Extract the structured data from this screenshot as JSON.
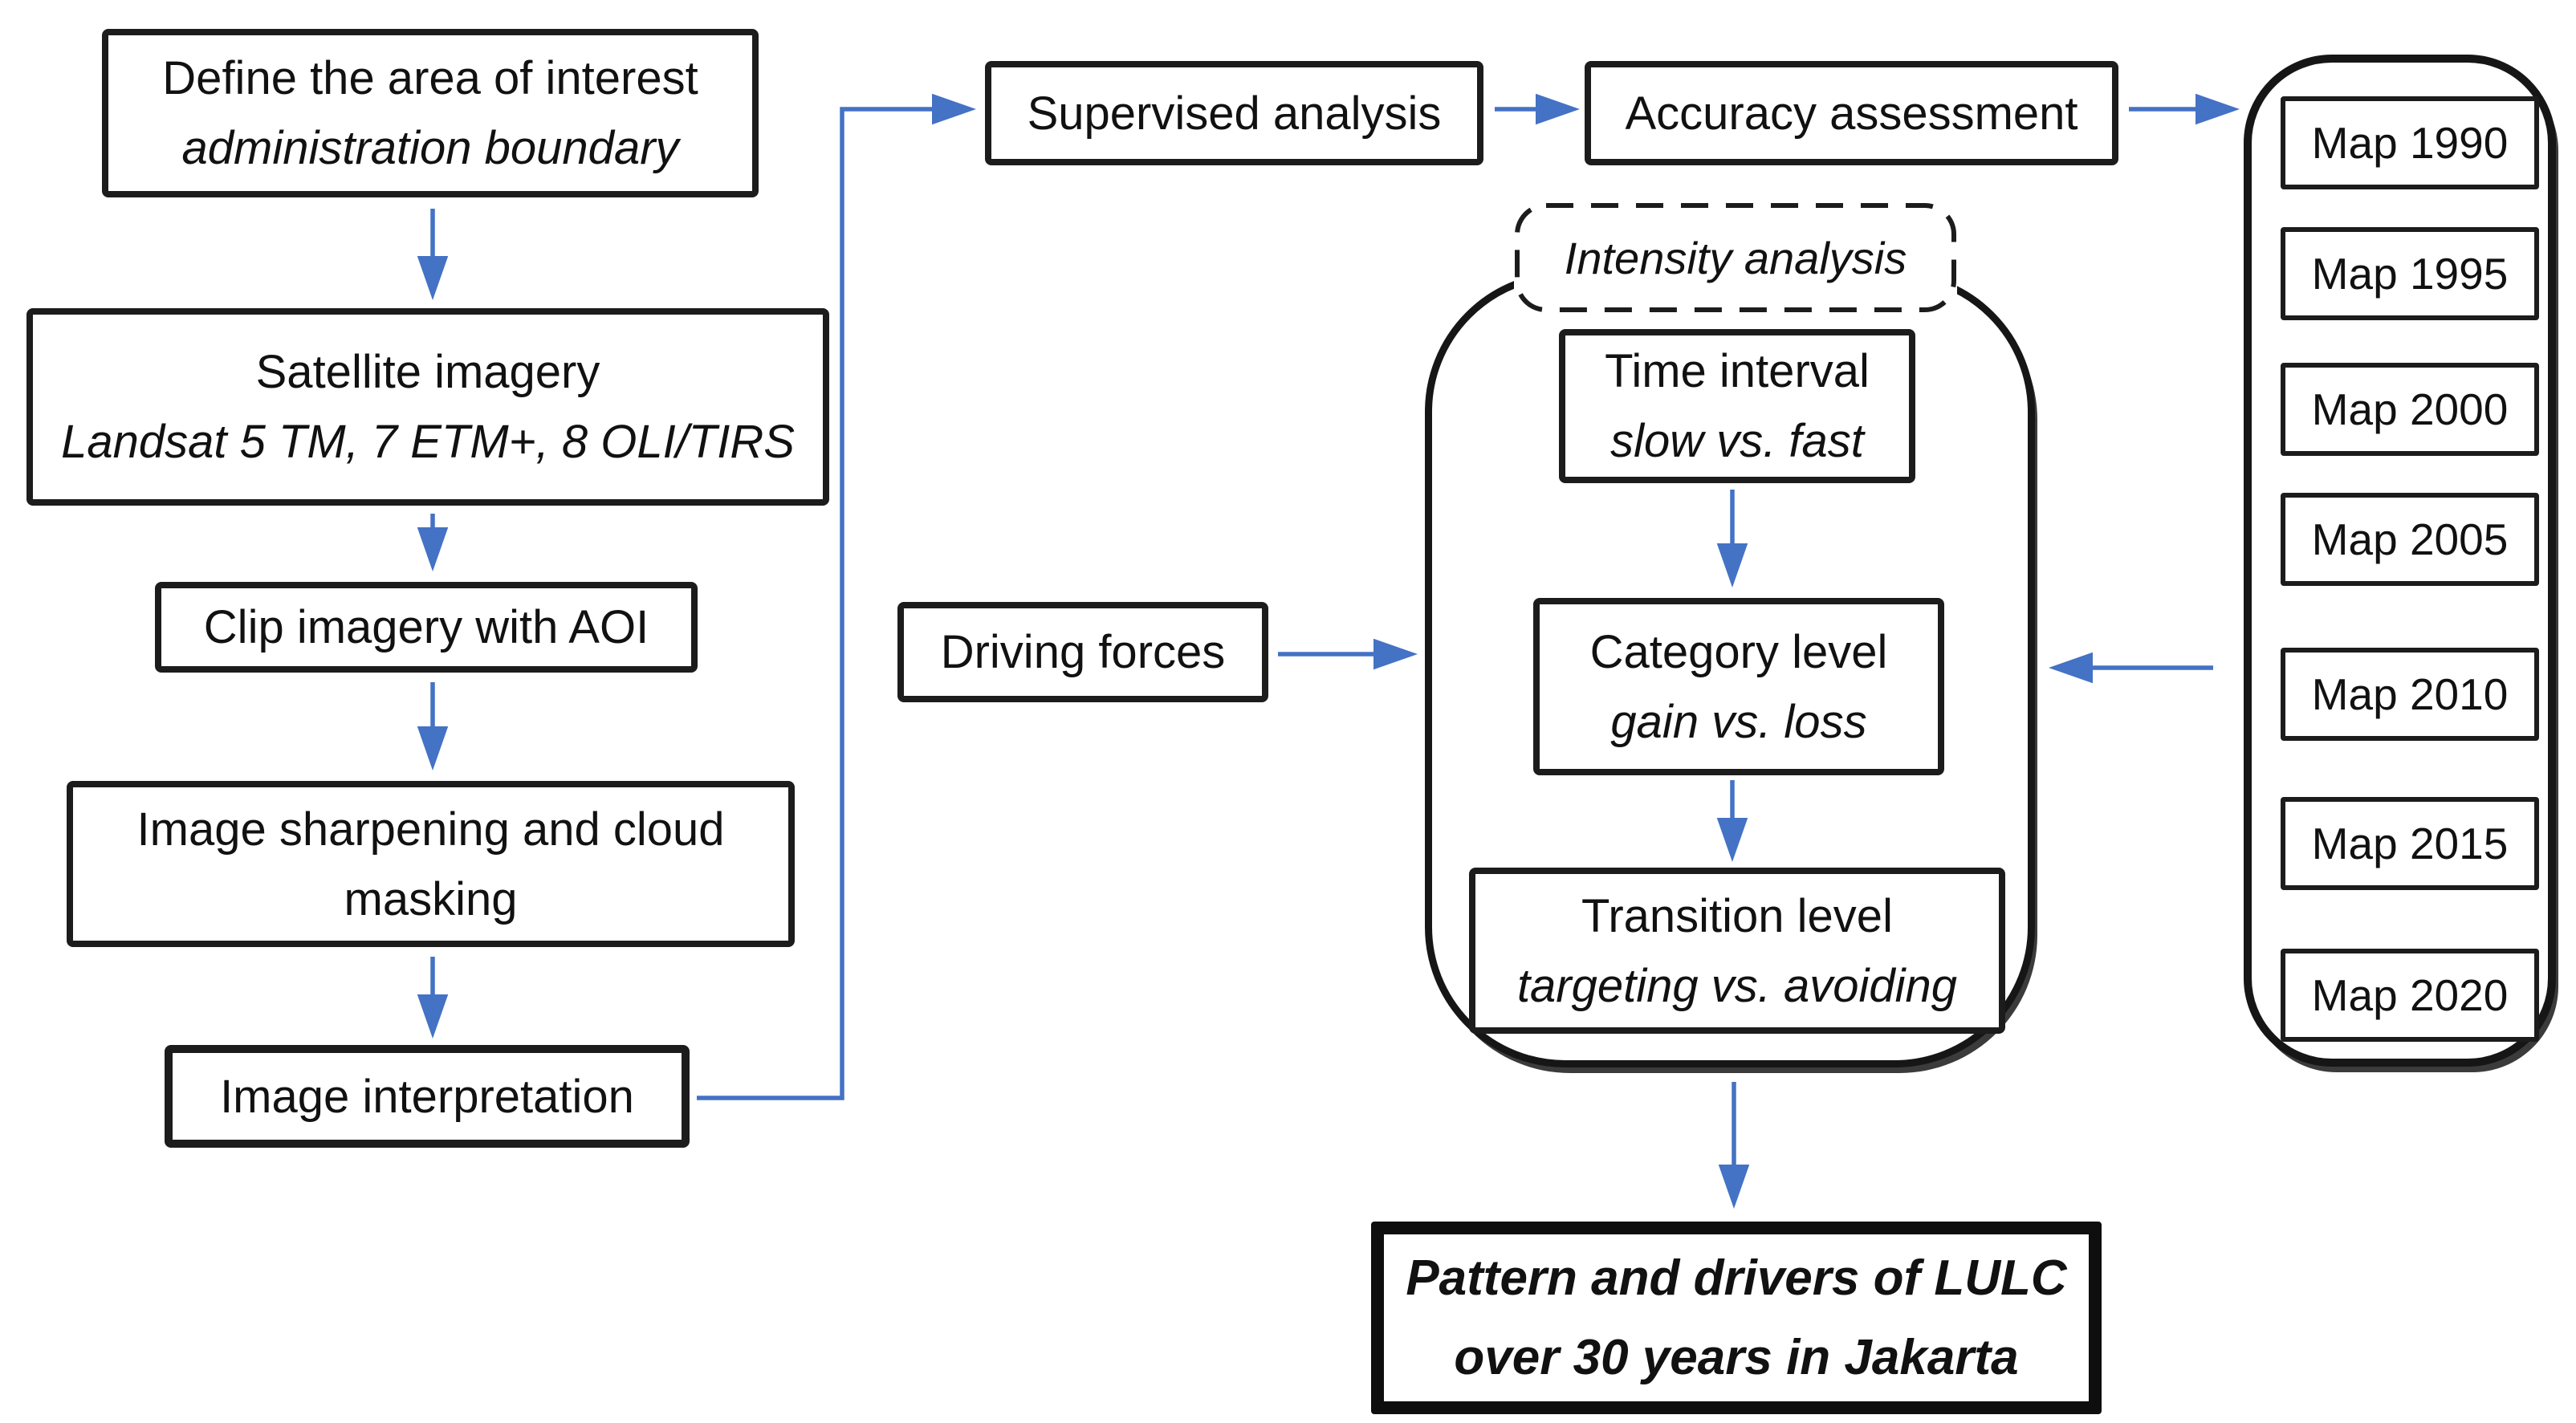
{
  "colors": {
    "arrow": "#4472c4",
    "border": "#1c1c1c",
    "text": "#111111"
  },
  "nodes": {
    "define_aoi": {
      "line1": "Define the area of interest",
      "line2": "administration boundary"
    },
    "satellite_imagery": {
      "line1": "Satellite imagery",
      "line2": "Landsat 5 TM, 7 ETM+, 8 OLI/TIRS"
    },
    "clip_imagery": {
      "label": "Clip imagery with AOI"
    },
    "image_sharpening": {
      "line1": "Image sharpening and cloud",
      "line2": "masking"
    },
    "image_interpretation": {
      "label": "Image interpretation"
    },
    "supervised_analysis": {
      "label": "Supervised analysis"
    },
    "accuracy_assessment": {
      "label": "Accuracy assessment"
    },
    "driving_forces": {
      "label": "Driving forces"
    },
    "intensity_analysis": {
      "label": "Intensity analysis"
    },
    "time_interval": {
      "line1": "Time interval",
      "line2": "slow vs. fast"
    },
    "category_level": {
      "line1": "Category level",
      "line2": "gain vs. loss"
    },
    "transition_level": {
      "line1": "Transition level",
      "line2": "targeting vs. avoiding"
    },
    "pattern_drivers": {
      "line1": "Pattern and drivers of LULC",
      "line2": "over 30 years in Jakarta"
    }
  },
  "maps": {
    "items": [
      "Map 1990",
      "Map 1995",
      "Map 2000",
      "Map 2005",
      "Map 2010",
      "Map 2015",
      "Map 2020"
    ]
  }
}
